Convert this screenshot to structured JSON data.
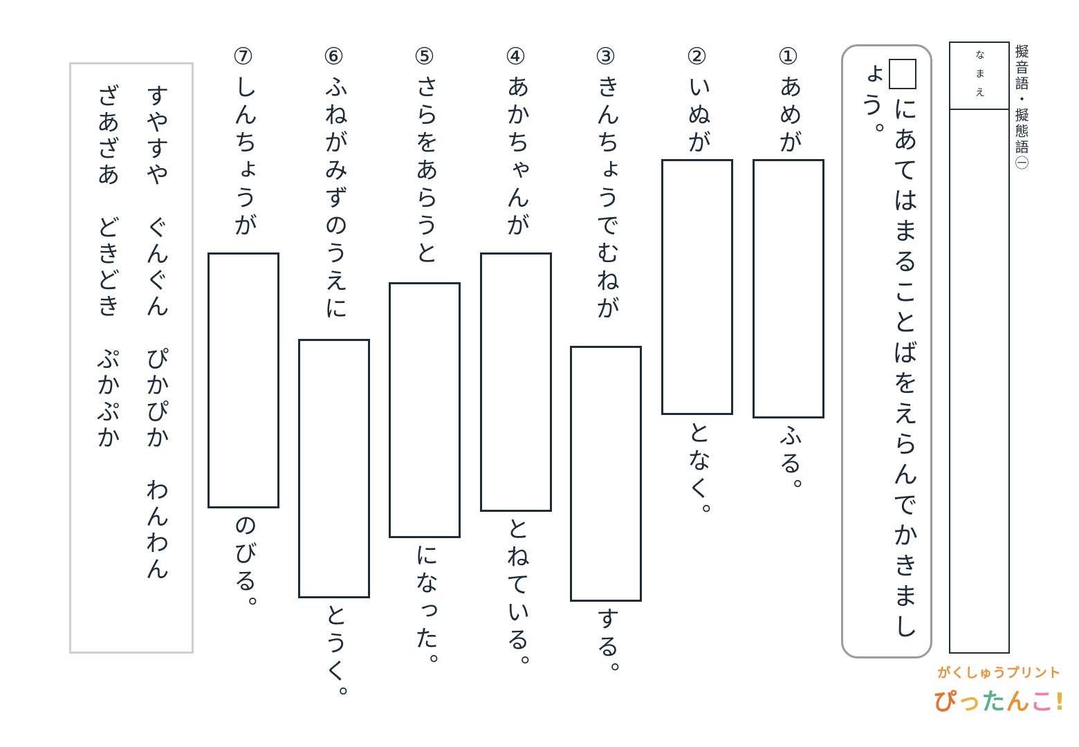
{
  "title": "擬音語・擬態語㊀",
  "name_label": "なまえ",
  "instruction": {
    "line1": "にあてはまることばをえらんでかきまし",
    "line2": "ょう。"
  },
  "questions": [
    {
      "number": "①",
      "before": "あめが",
      "after": "ふる。"
    },
    {
      "number": "②",
      "before": "いぬが",
      "after": "となく。"
    },
    {
      "number": "③",
      "before": "きんちょうでむねが",
      "after": "する。"
    },
    {
      "number": "④",
      "before": "あかちゃんが",
      "after": "とねている。"
    },
    {
      "number": "⑤",
      "before": "さらをあらうと",
      "after": "になった。"
    },
    {
      "number": "⑥",
      "before": "ふねがみずのうえに",
      "after": "とうく。"
    },
    {
      "number": "⑦",
      "before": "しんちょうが",
      "after": "のびる。"
    }
  ],
  "word_bank": {
    "column1": "すやすや　ぐんぐん　ぴかぴか　わんわん",
    "column2": "ざあざあ　どきどき　ぷかぷか"
  },
  "logo": {
    "line1": "がくしゅうプリント",
    "line1_color": "#ef8f35",
    "line2_chars": [
      {
        "ch": "ぴ",
        "color": "#e8702d"
      },
      {
        "ch": "っ",
        "color": "#f0b03c"
      },
      {
        "ch": "た",
        "color": "#5bb08a"
      },
      {
        "ch": "ん",
        "color": "#ef8f2e"
      },
      {
        "ch": "こ",
        "color": "#ee7fa2"
      },
      {
        "ch": "!",
        "color": "#f0b03c"
      }
    ]
  },
  "colors": {
    "text": "#1e2b3a",
    "answer_box_border": "#1e2b3a",
    "word_bank_border": "#cfcfcf",
    "instruction_border": "#9b9b9b"
  }
}
